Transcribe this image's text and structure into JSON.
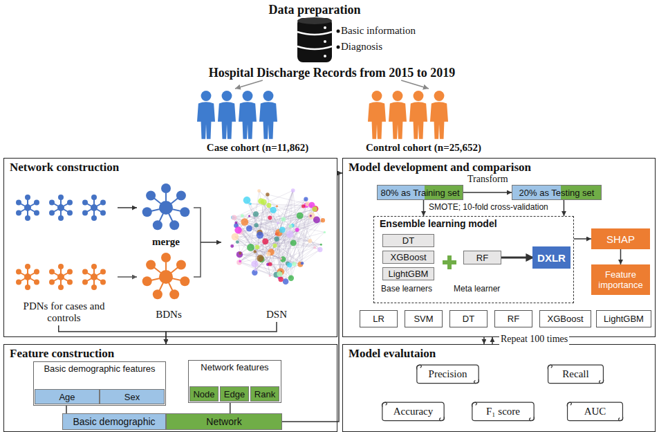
{
  "diagram": {
    "title": "Data preparation",
    "nodes": [
      {
        "text": [
          "Hospital Discharge Records from 2015 to 2019"
        ]
      },
      {
        "text": [
          "Case cohort (n=11,862)"
        ]
      },
      {
        "text": [
          "Control cohort (n=25,652)"
        ]
      },
      {
        "text": [
          "Network construction"
        ]
      },
      {
        "text": [
          "PDNs for cases and controls"
        ],
        "in": 3
      },
      {
        "text": [
          "BDNs"
        ],
        "in": 3
      },
      {
        "text": [
          "DSN"
        ],
        "in": 3
      },
      {
        "text": [
          "Feature construction"
        ]
      },
      {
        "text": [
          "Basic demographic features"
        ],
        "in": 7
      },
      {
        "text": [
          "Age"
        ],
        "in": 8
      },
      {
        "text": [
          "Sex"
        ],
        "in": 8
      },
      {
        "text": [
          "Network features"
        ],
        "in": 7
      },
      {
        "text": [
          "Node"
        ],
        "in": 11
      },
      {
        "text": [
          "Edge"
        ],
        "in": 11
      },
      {
        "text": [
          "Rank"
        ],
        "in": 11
      },
      {
        "text": [
          "Basic demographic"
        ],
        "in": 7
      },
      {
        "text": [
          "Network"
        ],
        "in": 7
      },
      {
        "text": [
          "Model development and comparison"
        ]
      },
      {
        "text": [
          "80% as Training set"
        ],
        "in": 17
      },
      {
        "text": [
          "20% as Testing set"
        ],
        "in": 17
      },
      {
        "text": [
          "Ensemble learning model"
        ],
        "in": 17
      },
      {
        "text": [
          "DT"
        ],
        "in": 20
      },
      {
        "text": [
          "XGBoost"
        ],
        "in": 20
      },
      {
        "text": [
          "LightGBM"
        ],
        "in": 20
      },
      {
        "text": [
          "RF"
        ],
        "in": 20
      },
      {
        "text": [
          "DXLR"
        ],
        "in": 20
      },
      {
        "text": [
          "SHAP"
        ],
        "in": 17
      },
      {
        "text": [
          "Feature importance"
        ],
        "in": 17
      },
      {
        "text": [
          "LR"
        ],
        "in": 17
      },
      {
        "text": [
          "SVM"
        ],
        "in": 17
      },
      {
        "text": [
          "DT"
        ],
        "in": 17
      },
      {
        "text": [
          "RF"
        ],
        "in": 17
      },
      {
        "text": [
          "XGBoost"
        ],
        "in": 17
      },
      {
        "text": [
          "LightGBM"
        ],
        "in": 17
      },
      {
        "text": [
          "Model evalutaion"
        ]
      },
      {
        "text": [
          "Precision"
        ],
        "in": 34
      },
      {
        "text": [
          "Recall"
        ],
        "in": 34
      },
      {
        "text": [
          "Accuracy"
        ],
        "in": 34
      },
      {
        "text": [
          "F₁ score"
        ],
        "in": 34
      },
      {
        "text": [
          "AUC"
        ],
        "in": 34
      }
    ],
    "edges": [
      {
        "from": 0,
        "to": 1,
        "arrow": "to"
      },
      {
        "from": 0,
        "to": 2,
        "arrow": "to"
      },
      {
        "from": 4,
        "to": 5,
        "arrow": "to"
      },
      {
        "from": 5,
        "to": 6,
        "label": "merge",
        "arrow": "to"
      },
      {
        "from": 4,
        "to": 7,
        "arrow": "to"
      },
      {
        "from": 6,
        "to": 7,
        "arrow": "to"
      },
      {
        "from": 8,
        "to": 15,
        "arrow": "none"
      },
      {
        "from": 11,
        "to": 16,
        "arrow": "none"
      },
      {
        "from": 16,
        "to": 17,
        "arrow": "to"
      },
      {
        "from": 18,
        "to": 19,
        "label": "Transform",
        "arrow": "to"
      },
      {
        "from": 18,
        "to": 20,
        "arrow": "to"
      },
      {
        "from": 19,
        "to": 20,
        "arrow": "to"
      },
      {
        "from": 24,
        "to": 25,
        "arrow": "to"
      },
      {
        "from": 20,
        "to": 26,
        "arrow": "to"
      },
      {
        "from": 26,
        "to": 27,
        "arrow": "to"
      },
      {
        "from": 17,
        "to": 34,
        "arrow": "to"
      },
      {
        "from": 34,
        "to": 17,
        "label": "Repeat 100 times",
        "arrow": "to"
      }
    ],
    "labels": [
      "Basic information",
      "Diagnosis",
      "SMOTE; 10-fold cross-validation",
      "Base learners",
      "Meta learner"
    ]
  }
}
